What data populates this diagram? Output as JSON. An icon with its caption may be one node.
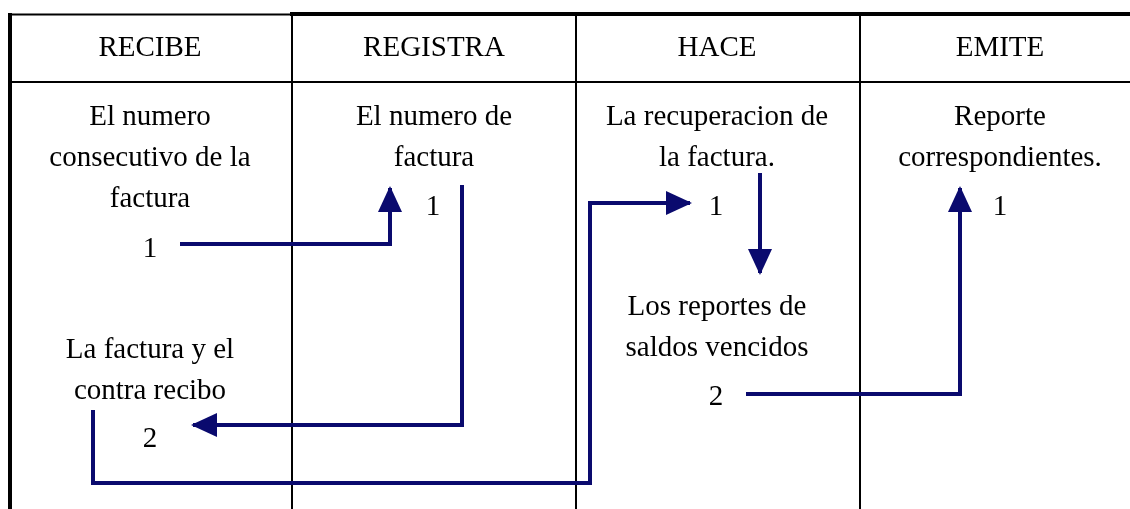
{
  "diagram": {
    "nodes": [
      {
        "text": [
          "El numero consecutivo de la factura"
        ],
        "beside": [
          "1"
        ]
      },
      {
        "text": [
          "El numero de factura"
        ],
        "beside": [
          "1"
        ]
      },
      {
        "text": [
          "La factura y el contra recibo"
        ],
        "beside": [
          "2"
        ]
      },
      {
        "text": [
          "La recuperacion de la factura."
        ],
        "beside": [
          "1"
        ]
      },
      {
        "text": [
          "Los reportes de saldos vencidos"
        ],
        "beside": [
          "2"
        ]
      },
      {
        "text": [
          "Reporte correspondientes."
        ],
        "beside": [
          "1"
        ]
      }
    ],
    "edges": [
      {
        "from": 0,
        "to": 1,
        "arrow": "to"
      },
      {
        "from": 1,
        "to": 2,
        "arrow": "to"
      },
      {
        "from": 2,
        "to": 3,
        "arrow": "to"
      },
      {
        "from": 3,
        "to": 4,
        "arrow": "to"
      },
      {
        "from": 4,
        "to": 5,
        "arrow": "to"
      }
    ],
    "labels": [
      "RECIBE",
      "REGISTRA",
      "HACE",
      "EMITE"
    ]
  }
}
